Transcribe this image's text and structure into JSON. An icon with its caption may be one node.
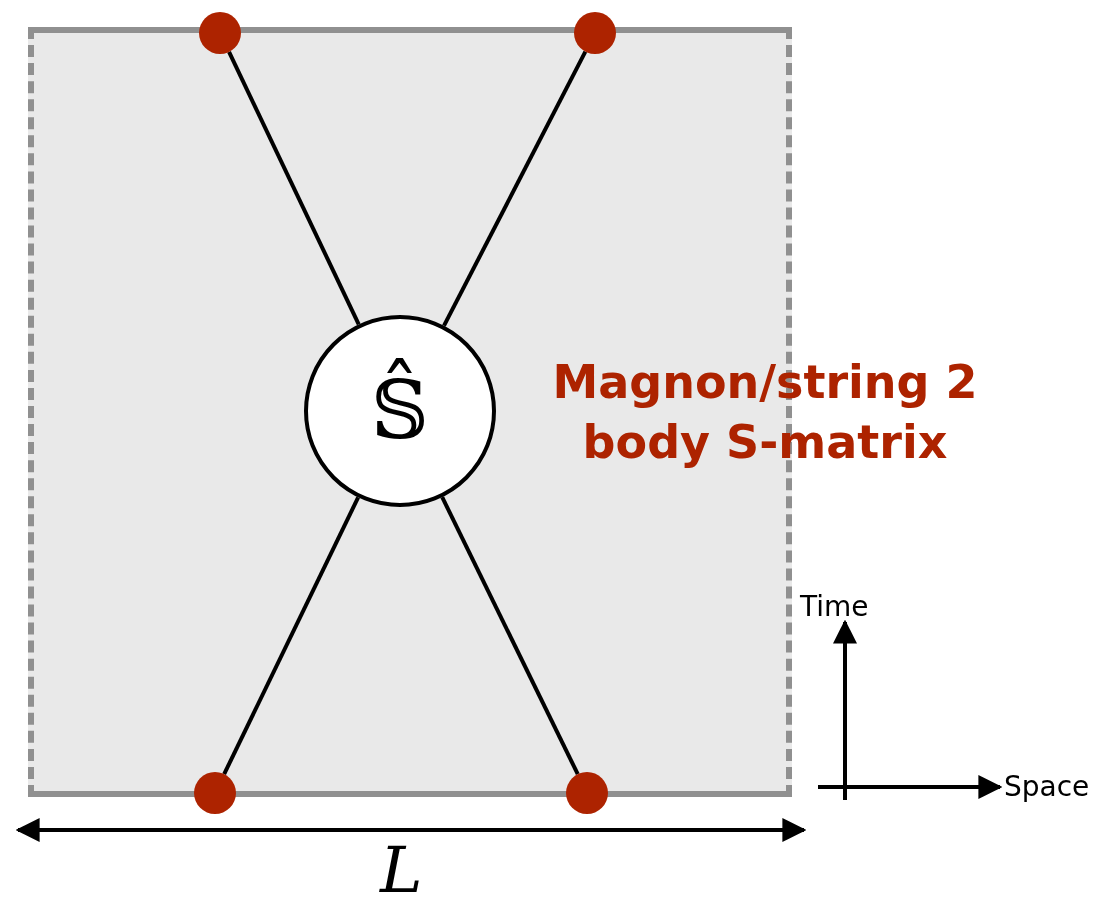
{
  "diagram": {
    "nodes": [
      {
        "text": [],
        "shape": "box"
      },
      {
        "text": [],
        "shape": "circle",
        "in": 0
      },
      {
        "text": [],
        "shape": "circle",
        "in": 0
      },
      {
        "text": [
          "𝕊̂"
        ],
        "in": 0
      },
      {
        "text": [],
        "shape": "circle",
        "in": 0
      },
      {
        "text": [],
        "shape": "circle",
        "in": 0
      }
    ],
    "edges": [
      {
        "from": 1,
        "to": 3,
        "arrow": "none"
      },
      {
        "from": 2,
        "to": 3,
        "arrow": "none"
      },
      {
        "from": 4,
        "to": 3,
        "arrow": "none"
      },
      {
        "from": 5,
        "to": 3,
        "arrow": "none"
      }
    ],
    "labels": [
      "Magnon/string 2 body S-matrix",
      "Time",
      "Space",
      "L"
    ]
  }
}
